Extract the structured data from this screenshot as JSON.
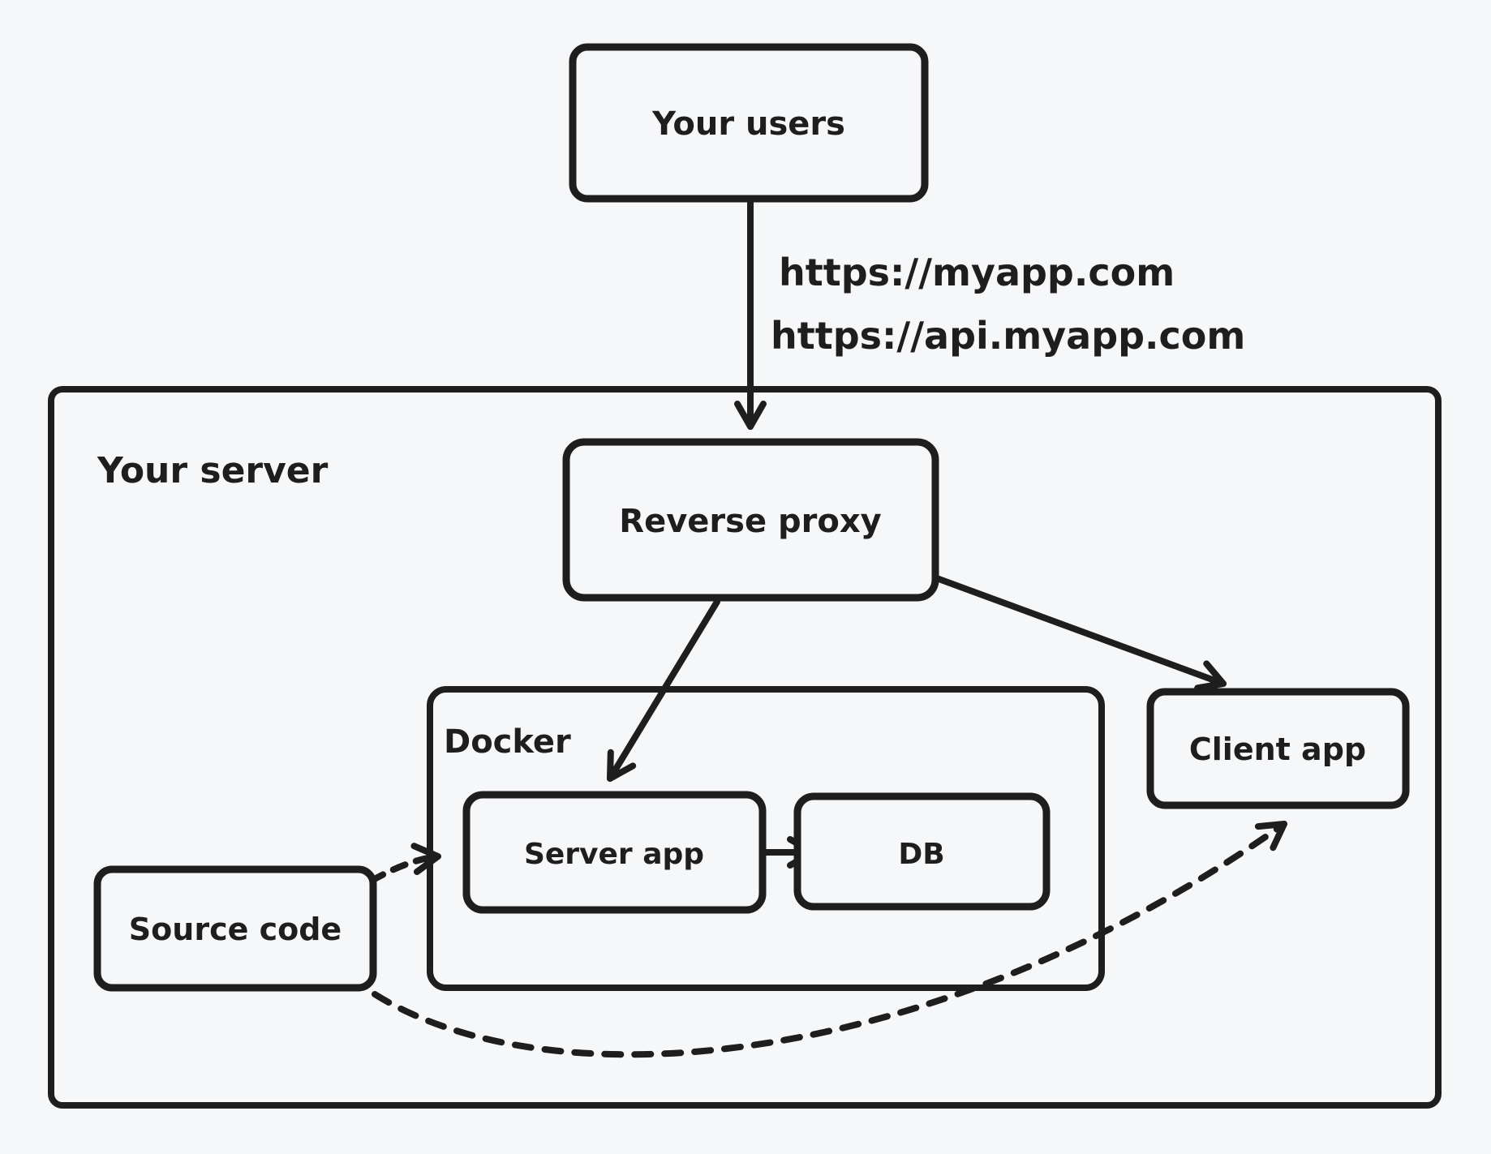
{
  "colors": {
    "stroke": "#1e1e1e",
    "red": "#e03131",
    "blue": "#469bf0",
    "background": "#f6f7f9"
  },
  "nodes": {
    "your_users": {
      "label": "Your users"
    },
    "your_server": {
      "label": "Your server"
    },
    "reverse_proxy": {
      "label": "Reverse proxy"
    },
    "docker": {
      "label": "Docker"
    },
    "server_app": {
      "label": "Server app"
    },
    "db": {
      "label": "DB"
    },
    "client_app": {
      "label": "Client app"
    },
    "source_code": {
      "label": "Source code"
    }
  },
  "edges": {
    "users_to_proxy": {
      "labels": [
        "https://myapp.com",
        "https://api.myapp.com"
      ]
    }
  }
}
